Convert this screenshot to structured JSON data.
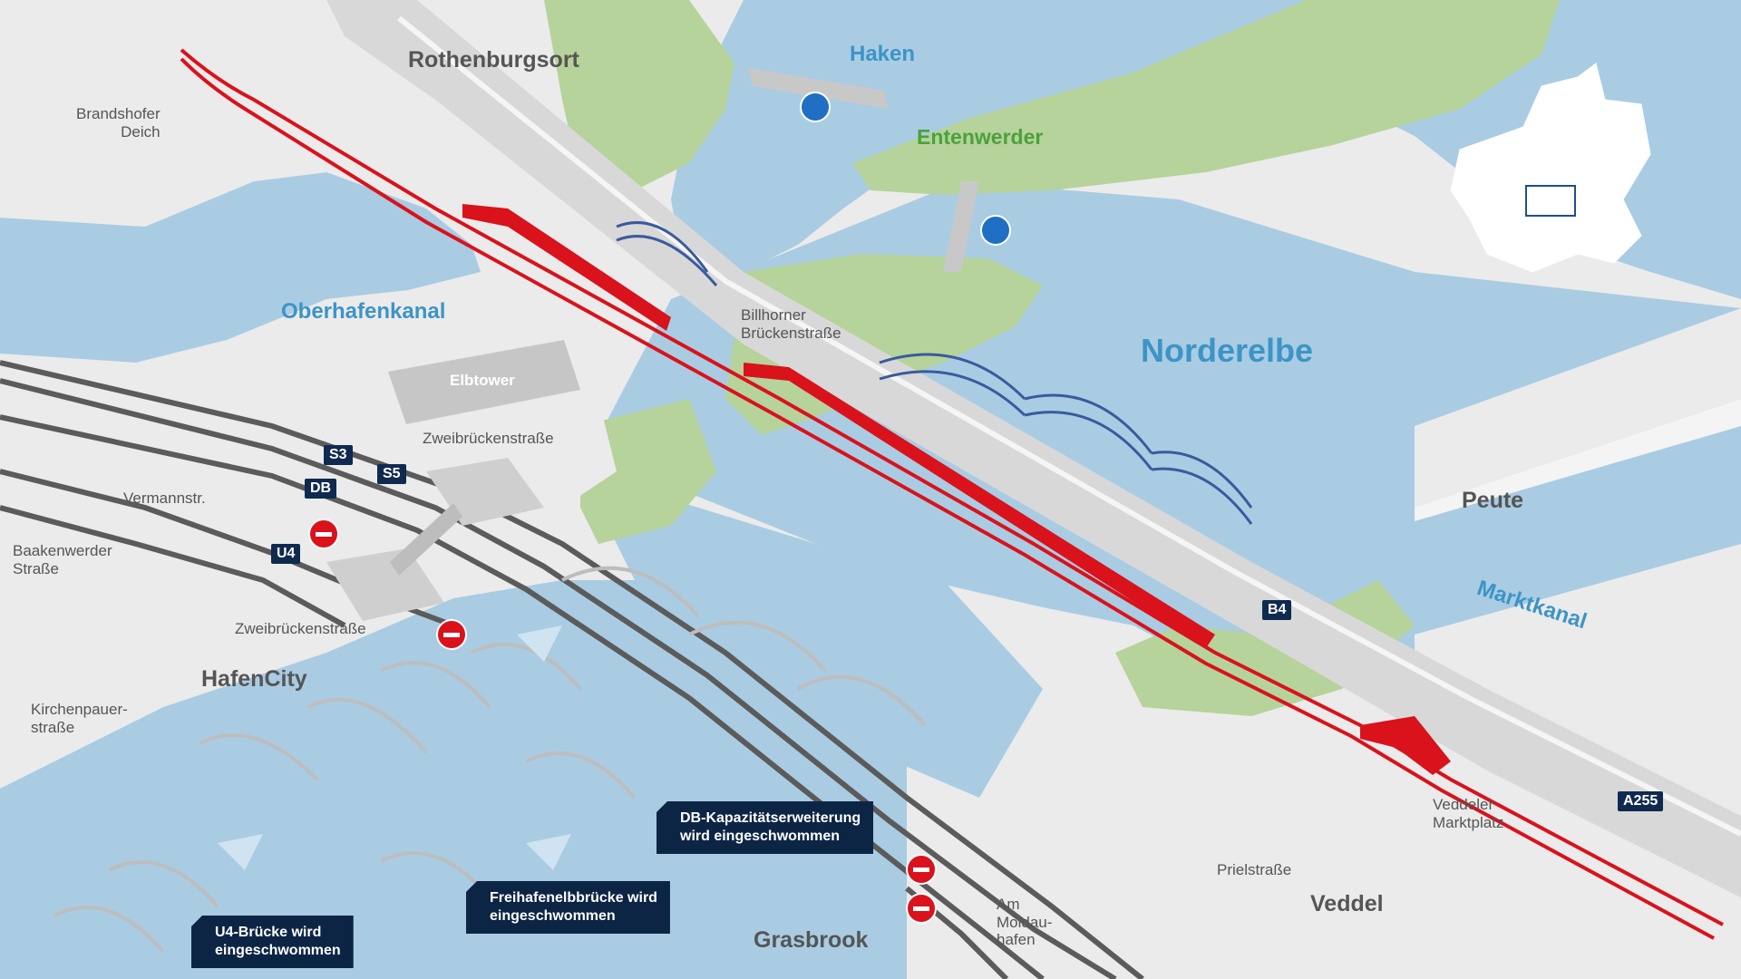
{
  "map": {
    "districts": {
      "rothenburgsort": "Rothenburgsort",
      "hafencity": "HafenCity",
      "grasbrook": "Grasbrook",
      "veddel": "Veddel",
      "peute": "Peute"
    },
    "waters": {
      "haken": "Haken",
      "oberhafenkanal": "Oberhafenkanal",
      "norderelbe": "Norderelbe",
      "marktkanal": "Marktkanal"
    },
    "green_areas": {
      "entenwerder": "Entenwerder"
    },
    "buildings": {
      "elbtower": "Elbtower"
    },
    "streets": {
      "brandshofer_deich": [
        "Brandshofer",
        "Deich"
      ],
      "billhorner": [
        "Billhorner",
        "Brückenstraße"
      ],
      "zweibruecken_north": "Zweibrückenstraße",
      "vermannstr": "Vermannstr.",
      "baakenwerder": [
        "Baakenwerder",
        "Straße"
      ],
      "zweibruecken_south": "Zweibrückenstraße",
      "kirchenpauer": [
        "Kirchenpauer-",
        "straße"
      ],
      "prielstrasse": "Prielstraße",
      "veddeler_marktplatz": [
        "Veddeler",
        "Marktplatz"
      ],
      "am_moldauhafen": [
        "Am",
        "Moldau-",
        "hafen"
      ]
    },
    "line_badges": {
      "s3": "S3",
      "s5": "S5",
      "db": "DB",
      "u4": "U4",
      "b4": "B4",
      "a255": "A255"
    },
    "callouts": {
      "db_kapazitaet": [
        "DB-Kapazitätserweiterung",
        "wird eingeschwommen"
      ],
      "freihafenelbbruecke": [
        "Freihafenelbbrücke wird",
        "eingeschwommen"
      ],
      "u4_bruecke": [
        "U4-Brücke wird",
        "eingeschwommen"
      ]
    },
    "icons": {
      "closure": "no-entry-icon",
      "pedestrian_bike": "pedestrian-bicycle-path-icon",
      "locator": "hamburg-outline-locator-icon",
      "float_in": "arrow-icon"
    },
    "colors": {
      "water": "#a9cce3",
      "land": "#ebebeb",
      "green": "#b5d39a",
      "new_bridge_red": "#d9121c",
      "existing_bridge_blue": "#3a5a9e",
      "badge_navy": "#102a4f",
      "water_label": "#3d94c6",
      "green_label": "#4ba13c"
    }
  }
}
